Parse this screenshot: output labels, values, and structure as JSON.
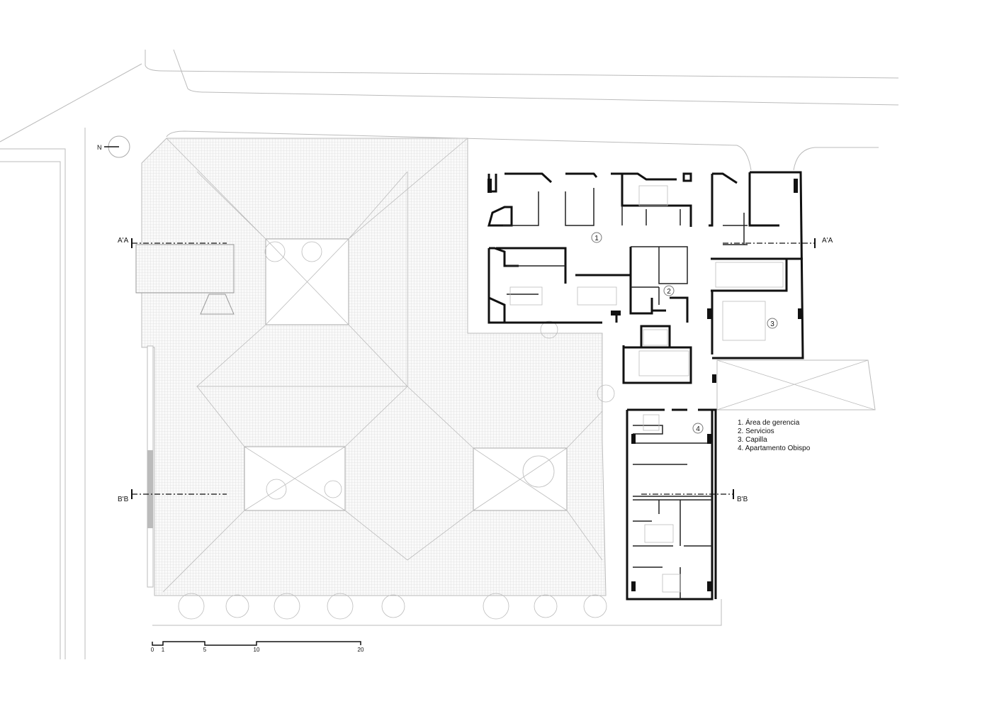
{
  "north_arrow": {
    "label": "N"
  },
  "sections": {
    "a_left": "A'A",
    "a_right": "A'A",
    "b_left": "B'B",
    "b_right": "B'B"
  },
  "room_markers": [
    "1",
    "2",
    "3",
    "4"
  ],
  "legend": {
    "items": [
      "1. Área de gerencia",
      "2. Servicios",
      "3. Capilla",
      "4. Apartamento Obispo"
    ]
  },
  "scale_bar": {
    "ticks": [
      "0",
      "1",
      "5",
      "10",
      "20"
    ]
  },
  "colors": {
    "wall": "#111111",
    "roof": "#d6d6d6",
    "context": "#bbbbbb"
  }
}
